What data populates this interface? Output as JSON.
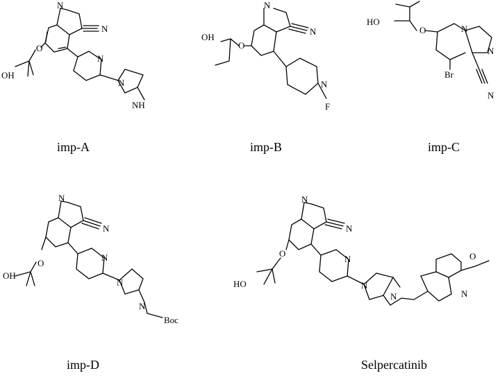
{
  "atoms": {
    "N": "N",
    "O": "O",
    "OH": "OH",
    "HO": "HO",
    "NH": "NH",
    "F": "F",
    "Br": "Br",
    "Boc": "Boc"
  },
  "captions": {
    "imp_a": "imp-A",
    "imp_b": "imp-B",
    "imp_c": "imp-C",
    "imp_d": "imp-D",
    "selpercatinib": "Selpercatinib"
  }
}
